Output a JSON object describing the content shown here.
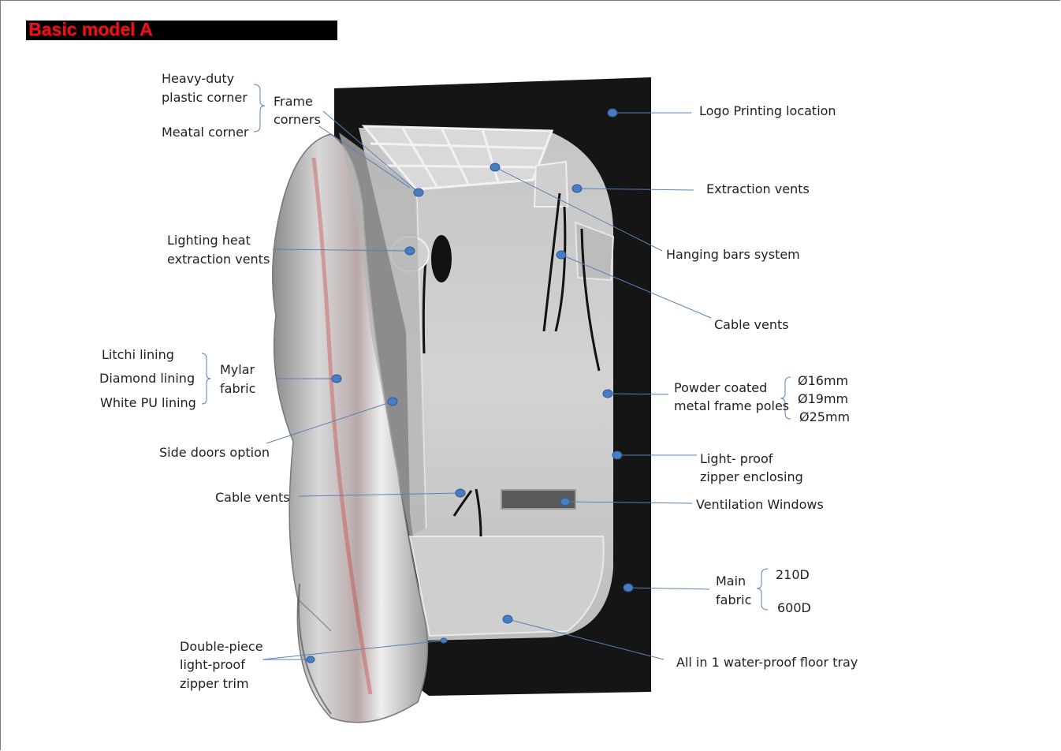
{
  "title": "Basic model A",
  "labels": {
    "heavy_duty_corner": "Heavy-duty",
    "plastic_corner": "plastic corner",
    "meatal_corner": "Meatal corner",
    "frame": "Frame",
    "corners": "corners",
    "lighting_heat": "Lighting heat",
    "extraction_vents_left": "extraction vents",
    "litchi_lining": "Litchi lining",
    "diamond_lining": "Diamond lining",
    "white_pu_lining": "White PU lining",
    "mylar": "Mylar",
    "fabric": "fabric",
    "side_doors_option": "Side doors option",
    "cable_vents_left": "Cable vents",
    "double_piece": "Double-piece",
    "light_proof": "light-proof",
    "zipper_trim": "zipper trim",
    "logo_printing": "Logo Printing location",
    "extraction_vents_right": "Extraction vents",
    "hanging_bars": "Hanging bars system",
    "cable_vents_right": "Cable vents",
    "powder_coated": "Powder coated",
    "metal_frame_poles": "metal frame poles",
    "d16": "Ø16mm",
    "d19": "Ø19mm",
    "d25": "Ø25mm",
    "light_proof_zipper_1": "Light- proof",
    "light_proof_zipper_2": "zipper enclosing",
    "ventilation_windows": "Ventilation Windows",
    "main": "Main",
    "main_fabric": "fabric",
    "fabric_210d": "210D",
    "fabric_600d": "600D",
    "floor_tray": "All in 1 water-proof floor tray"
  },
  "colors": {
    "title_bg": "#000000",
    "title_text": "#e8141b",
    "leader_line": "#5b7fb8",
    "marker_dot": "#4a7cc4",
    "tent_body": "#141414",
    "mylar": "#c8c8c8"
  }
}
